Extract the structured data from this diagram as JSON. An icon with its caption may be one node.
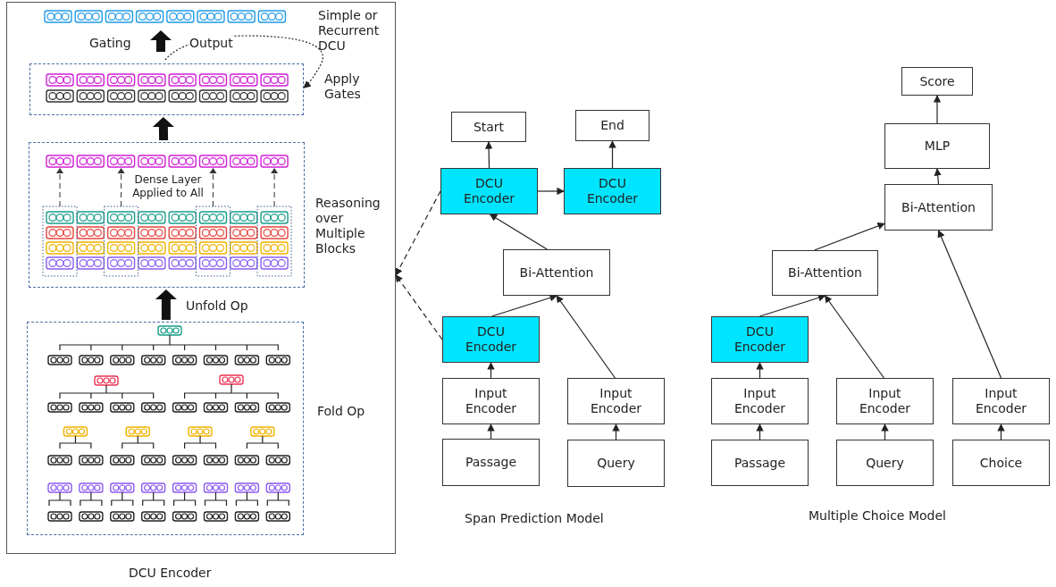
{
  "diagram": {
    "nodes": [
      {
        "text": [
          "DCU Encoder"
        ]
      },
      {
        "text": [],
        "shape": "box",
        "in": 0,
        "beside": [
          "Apply Gates"
        ]
      },
      {
        "text": [
          "Dense Layer Applied to All"
        ],
        "in": 0,
        "beside": [
          "Reasoning over Multiple Blocks"
        ]
      },
      {
        "text": [],
        "shape": "box",
        "in": 0,
        "beside": [
          "Fold Op"
        ]
      },
      {
        "text": [
          "Start"
        ]
      },
      {
        "text": [
          "End"
        ]
      },
      {
        "text": [
          "DCU Encoder"
        ]
      },
      {
        "text": [
          "DCU Encoder"
        ]
      },
      {
        "text": [
          "Bi-Attention"
        ]
      },
      {
        "text": [
          "DCU Encoder"
        ]
      },
      {
        "text": [
          "Input Encoder"
        ]
      },
      {
        "text": [
          "Input Encoder"
        ]
      },
      {
        "text": [
          "Passage"
        ]
      },
      {
        "text": [
          "Query"
        ]
      },
      {
        "text": [
          "Score"
        ]
      },
      {
        "text": [
          "MLP"
        ]
      },
      {
        "text": [
          "Bi-Attention"
        ]
      },
      {
        "text": [
          "Bi-Attention"
        ]
      },
      {
        "text": [
          "DCU Encoder"
        ]
      },
      {
        "text": [
          "Input Encoder"
        ]
      },
      {
        "text": [
          "Input Encoder"
        ]
      },
      {
        "text": [
          "Input Encoder"
        ]
      },
      {
        "text": [
          "Passage"
        ]
      },
      {
        "text": [
          "Query"
        ]
      },
      {
        "text": [
          "Choice"
        ]
      }
    ],
    "edges": [
      {
        "from": 6,
        "to": 4,
        "arrow": "to"
      },
      {
        "from": 7,
        "to": 5,
        "arrow": "to"
      },
      {
        "from": 6,
        "to": 7,
        "arrow": "to"
      },
      {
        "from": 8,
        "to": 6,
        "arrow": "to"
      },
      {
        "from": 9,
        "to": 8,
        "arrow": "to"
      },
      {
        "from": 11,
        "to": 8,
        "arrow": "to"
      },
      {
        "from": 10,
        "to": 9,
        "arrow": "to"
      },
      {
        "from": 12,
        "to": 10,
        "arrow": "to"
      },
      {
        "from": 13,
        "to": 11,
        "arrow": "to"
      },
      {
        "from": 6,
        "to": 0,
        "arrow": "to",
        "style": "dashed"
      },
      {
        "from": 9,
        "to": 0,
        "arrow": "to",
        "style": "dashed"
      },
      {
        "from": null,
        "to": 1,
        "arrow": "to",
        "style": "dashed"
      },
      {
        "from": 15,
        "to": 14,
        "arrow": "to"
      },
      {
        "from": 16,
        "to": 15,
        "arrow": "to"
      },
      {
        "from": 17,
        "to": 16,
        "arrow": "to"
      },
      {
        "from": 21,
        "to": 16,
        "arrow": "to"
      },
      {
        "from": 18,
        "to": 17,
        "arrow": "to"
      },
      {
        "from": 20,
        "to": 17,
        "arrow": "to"
      },
      {
        "from": 19,
        "to": 18,
        "arrow": "to"
      },
      {
        "from": 22,
        "to": 19,
        "arrow": "to"
      },
      {
        "from": 23,
        "to": 20,
        "arrow": "to"
      },
      {
        "from": 24,
        "to": 21,
        "arrow": "to"
      },
      {
        "from": 2,
        "to": 1,
        "arrow": "to",
        "style": "thick"
      },
      {
        "from": 3,
        "to": 2,
        "arrow": "to",
        "style": "thick"
      }
    ],
    "labels": [
      "Simple or Recurrent DCU",
      "Gating",
      "Output",
      "Unfold Op",
      "Span Prediction Model",
      "Multiple Choice Model"
    ]
  }
}
